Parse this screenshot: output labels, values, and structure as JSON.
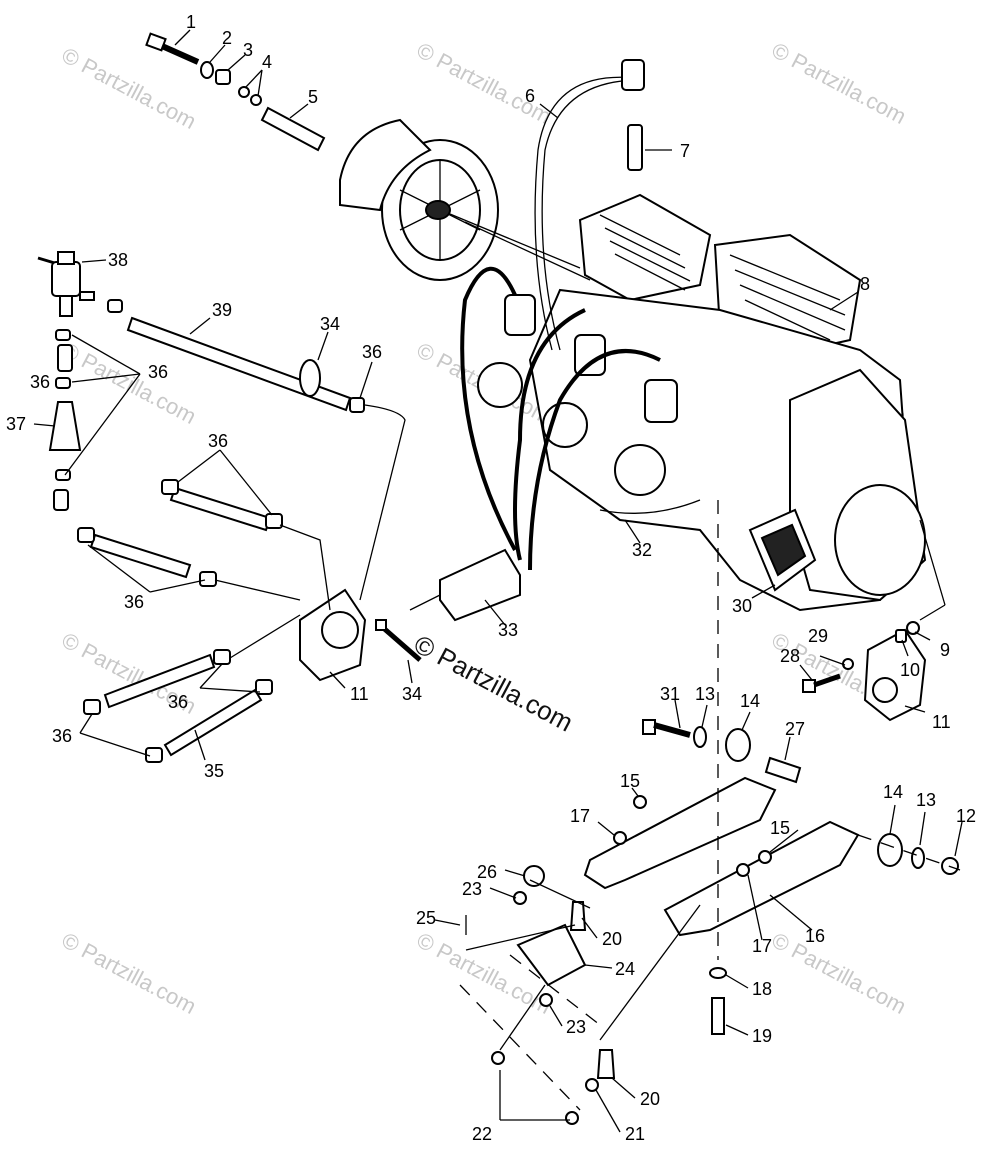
{
  "watermark": {
    "text": "© Partzilla.com",
    "center_text": "© Partzilla.com"
  },
  "callouts": [
    "1",
    "2",
    "3",
    "4",
    "5",
    "6",
    "7",
    "8",
    "9",
    "10",
    "11",
    "11",
    "12",
    "13",
    "13",
    "14",
    "14",
    "15",
    "15",
    "16",
    "17",
    "17",
    "18",
    "19",
    "20",
    "20",
    "21",
    "22",
    "23",
    "23",
    "24",
    "25",
    "26",
    "27",
    "28",
    "29",
    "30",
    "31",
    "32",
    "33",
    "34",
    "34",
    "35",
    "36",
    "36",
    "36",
    "36",
    "36",
    "36",
    "36",
    "37",
    "38",
    "39"
  ]
}
